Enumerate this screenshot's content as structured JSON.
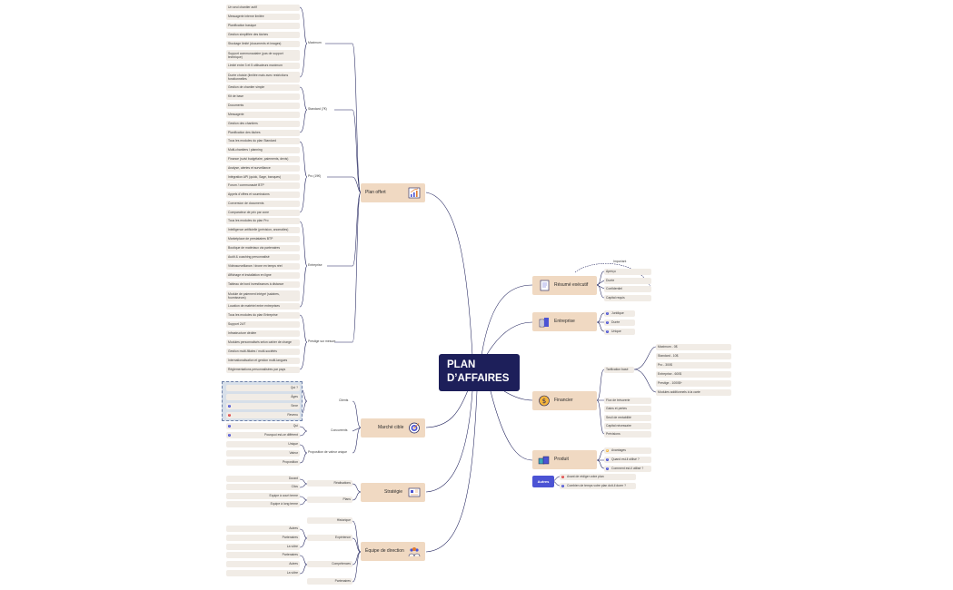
{
  "center": {
    "line1": "PLAN",
    "line2": "D’AFFAIRES"
  },
  "main": {
    "plan": "Plan offert",
    "marche": "Marché cible",
    "strategie": "Stratégie",
    "equipe": "Équipe de direction",
    "resume": "Résumé exécutif",
    "entreprise": "Entreprise",
    "financier": "Financier",
    "produit": "Produit"
  },
  "plan": {
    "maximum_label": "Maximum",
    "maximum": [
      "Un seul chantier actif",
      "Messagerie interne limitée",
      "Planification basique",
      "Gestion simplifiée des tâches",
      "Stockage limité (documents et images)",
      "Support communautaire (pas de support technique)",
      "Limité entre 3 et 5 utilisateurs maximum",
      "Durée choisie (limitée mais avec restrictions fonctionnelles"
    ],
    "standard_label": "Standard (7€)",
    "standard": [
      "Gestion de chantier simple",
      "Kit de base",
      "Documents",
      "Messagerie",
      "Gestion des chantiers",
      "Planification des tâches"
    ],
    "pro_label": "Pro (19€)",
    "pro": [
      "Tous les modules du plan Standard",
      "Multi-chantiers / planning",
      "Finance (suivi budgétaire, paiements, devis)",
      "Analyse, alertes et surveillance",
      "Intégration API (quick, Sage, banques)",
      "Forum / communauté BTP",
      "Appels d’offres et soumissions",
      "Conversion de documents",
      "Comparateur de prix par zone"
    ],
    "entreprise_label": "Entreprise",
    "entreprise": [
      "Tous les modules du plan Pro",
      "Intelligence artificielle (prévision, anomalies)",
      "Marketplace de prestataires BTP",
      "Boutique de matériaux via partenaires",
      "Audit & coaching personnalisé",
      "Vidéosurveillance / drone en temps réel",
      "Affichage et installation en ligne",
      "Tableau de bord investisseurs à distance",
      "Module de paiement intégré (salaires, fournisseurs)",
      "Location de matériel entre entreprises"
    ],
    "mesure_label": "Prestige sur mesure",
    "mesure": [
      "Tous les modules du plan Entreprise",
      "Support 24/7",
      "Infrastructure dédiée",
      "Modules personnalisés selon cahier de charge",
      "Gestion multi-filiales / multi-sociétés",
      "Internationalisation et gestion multi-langues",
      "Réglementations personnalisées par pays"
    ]
  },
  "marche": {
    "clients_label": "Clients",
    "clients": [
      "Qui ?",
      "Âges",
      "Sexe",
      "Revenu"
    ],
    "concurrents_label": "Concurrents",
    "concurrents": [
      "Qui",
      "Pourquoi est-ce différent"
    ],
    "valeur_label": "Proposition de valeur unique",
    "valeur": [
      "Unique",
      "Valeur",
      "Proposition"
    ]
  },
  "strategie": {
    "realisations_label": "Réalisations",
    "realisations": [
      "Durant",
      "Clics"
    ],
    "plans_label": "Plans",
    "plans": [
      "Equipe à court terme",
      "Equipe à long terme"
    ]
  },
  "equipe": {
    "historique": "Historique",
    "experience_label": "Expérience",
    "experience": [
      "Autres",
      "Partenaires",
      "La vôtre"
    ],
    "competences_label": "Compétences",
    "competences": [
      "Partenaires",
      "Autres",
      "La vôtre"
    ],
    "partenaires": "Partenaires"
  },
  "resume": {
    "important": "Important",
    "items": [
      "Aperçu",
      "Durée",
      "Confidentiel",
      "Capital requis"
    ]
  },
  "entreprise": {
    "items": [
      "Juridique",
      "Durée",
      "Unique"
    ]
  },
  "financier": {
    "tarification_label": "Tarification basé",
    "tarification": [
      "Maximum - 0$",
      "Standard - 10$",
      "Pro - 300$",
      "Entreprise - 600$",
      "Prestige - 1000$+",
      "Modules additionnels à la carte"
    ],
    "items": [
      "Flux de trésorerie",
      "Gains et pertes",
      "Seuil de rentabilité",
      "Capital nécessaire",
      "Prévisions"
    ]
  },
  "produit": {
    "items": [
      "Avantages",
      "Quand est-il utilisé ?",
      "Comment est-il utilisé ?"
    ]
  },
  "autres": {
    "tag": "Autres",
    "items": [
      "Avant de rédiger votre plan",
      "Combien de temps votre plan doit-il durer ?"
    ]
  },
  "colors": {
    "center_bg": "#1d1f5a",
    "main_bg": "#f0d9c2",
    "leaf_bg": "#f1ece6",
    "wire": "#1d1f5a",
    "tag": "#4b53d4",
    "selection": "#d7dfe9"
  }
}
